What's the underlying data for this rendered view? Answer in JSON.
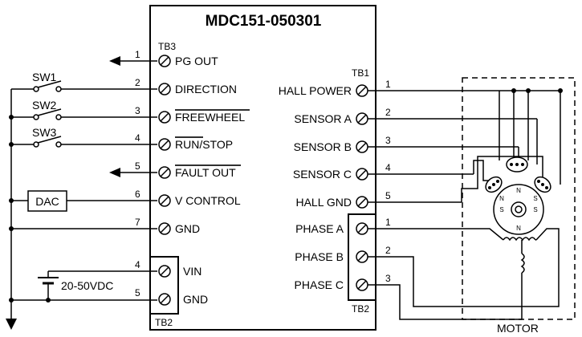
{
  "controller": {
    "model": "MDC151-050301"
  },
  "tb3": {
    "label": "TB3",
    "pins": [
      {
        "num": "1",
        "label": "PG OUT"
      },
      {
        "num": "2",
        "label": "DIRECTION"
      },
      {
        "num": "3",
        "label": "FREEWHEEL"
      },
      {
        "num": "4",
        "label": "RUN/STOP"
      },
      {
        "num": "5",
        "label": "FAULT OUT"
      },
      {
        "num": "6",
        "label": "V CONTROL"
      },
      {
        "num": "7",
        "label": "GND"
      }
    ]
  },
  "tb1": {
    "label": "TB1",
    "pins": [
      {
        "num": "1",
        "label": "HALL POWER"
      },
      {
        "num": "2",
        "label": "SENSOR A"
      },
      {
        "num": "3",
        "label": "SENSOR B"
      },
      {
        "num": "4",
        "label": "SENSOR C"
      },
      {
        "num": "5",
        "label": "HALL GND"
      }
    ]
  },
  "tb2_right": {
    "label": "TB2",
    "pins": [
      {
        "num": "1",
        "label": "PHASE A"
      },
      {
        "num": "2",
        "label": "PHASE B"
      },
      {
        "num": "3",
        "label": "PHASE C"
      }
    ]
  },
  "tb2_left": {
    "label": "TB2",
    "pins": [
      {
        "num": "4",
        "label": "VIN"
      },
      {
        "num": "5",
        "label": "GND"
      }
    ]
  },
  "switches": [
    {
      "label": "SW1"
    },
    {
      "label": "SW2"
    },
    {
      "label": "SW3"
    }
  ],
  "dac": {
    "label": "DAC"
  },
  "supply": {
    "label": "20-50VDC"
  },
  "motor": {
    "label": "MOTOR",
    "poles": [
      "N",
      "N",
      "N",
      "S",
      "S",
      "S"
    ]
  }
}
